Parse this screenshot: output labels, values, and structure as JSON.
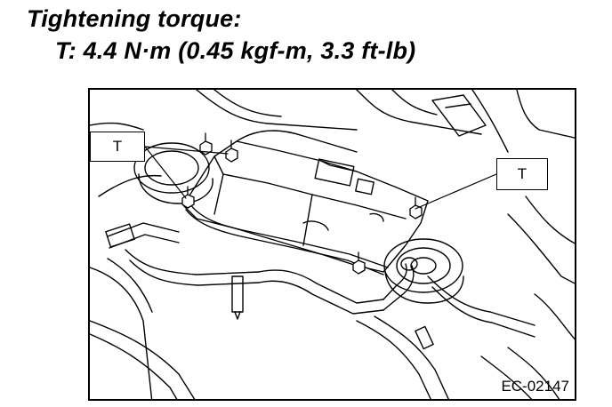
{
  "spec": {
    "heading": "Tightening torque:",
    "value": "T: 4.4 N·m (0.45 kgf-m, 3.3 ft-lb)"
  },
  "figure": {
    "callout_left": "T",
    "callout_right": "T",
    "code": "EC-02147"
  }
}
